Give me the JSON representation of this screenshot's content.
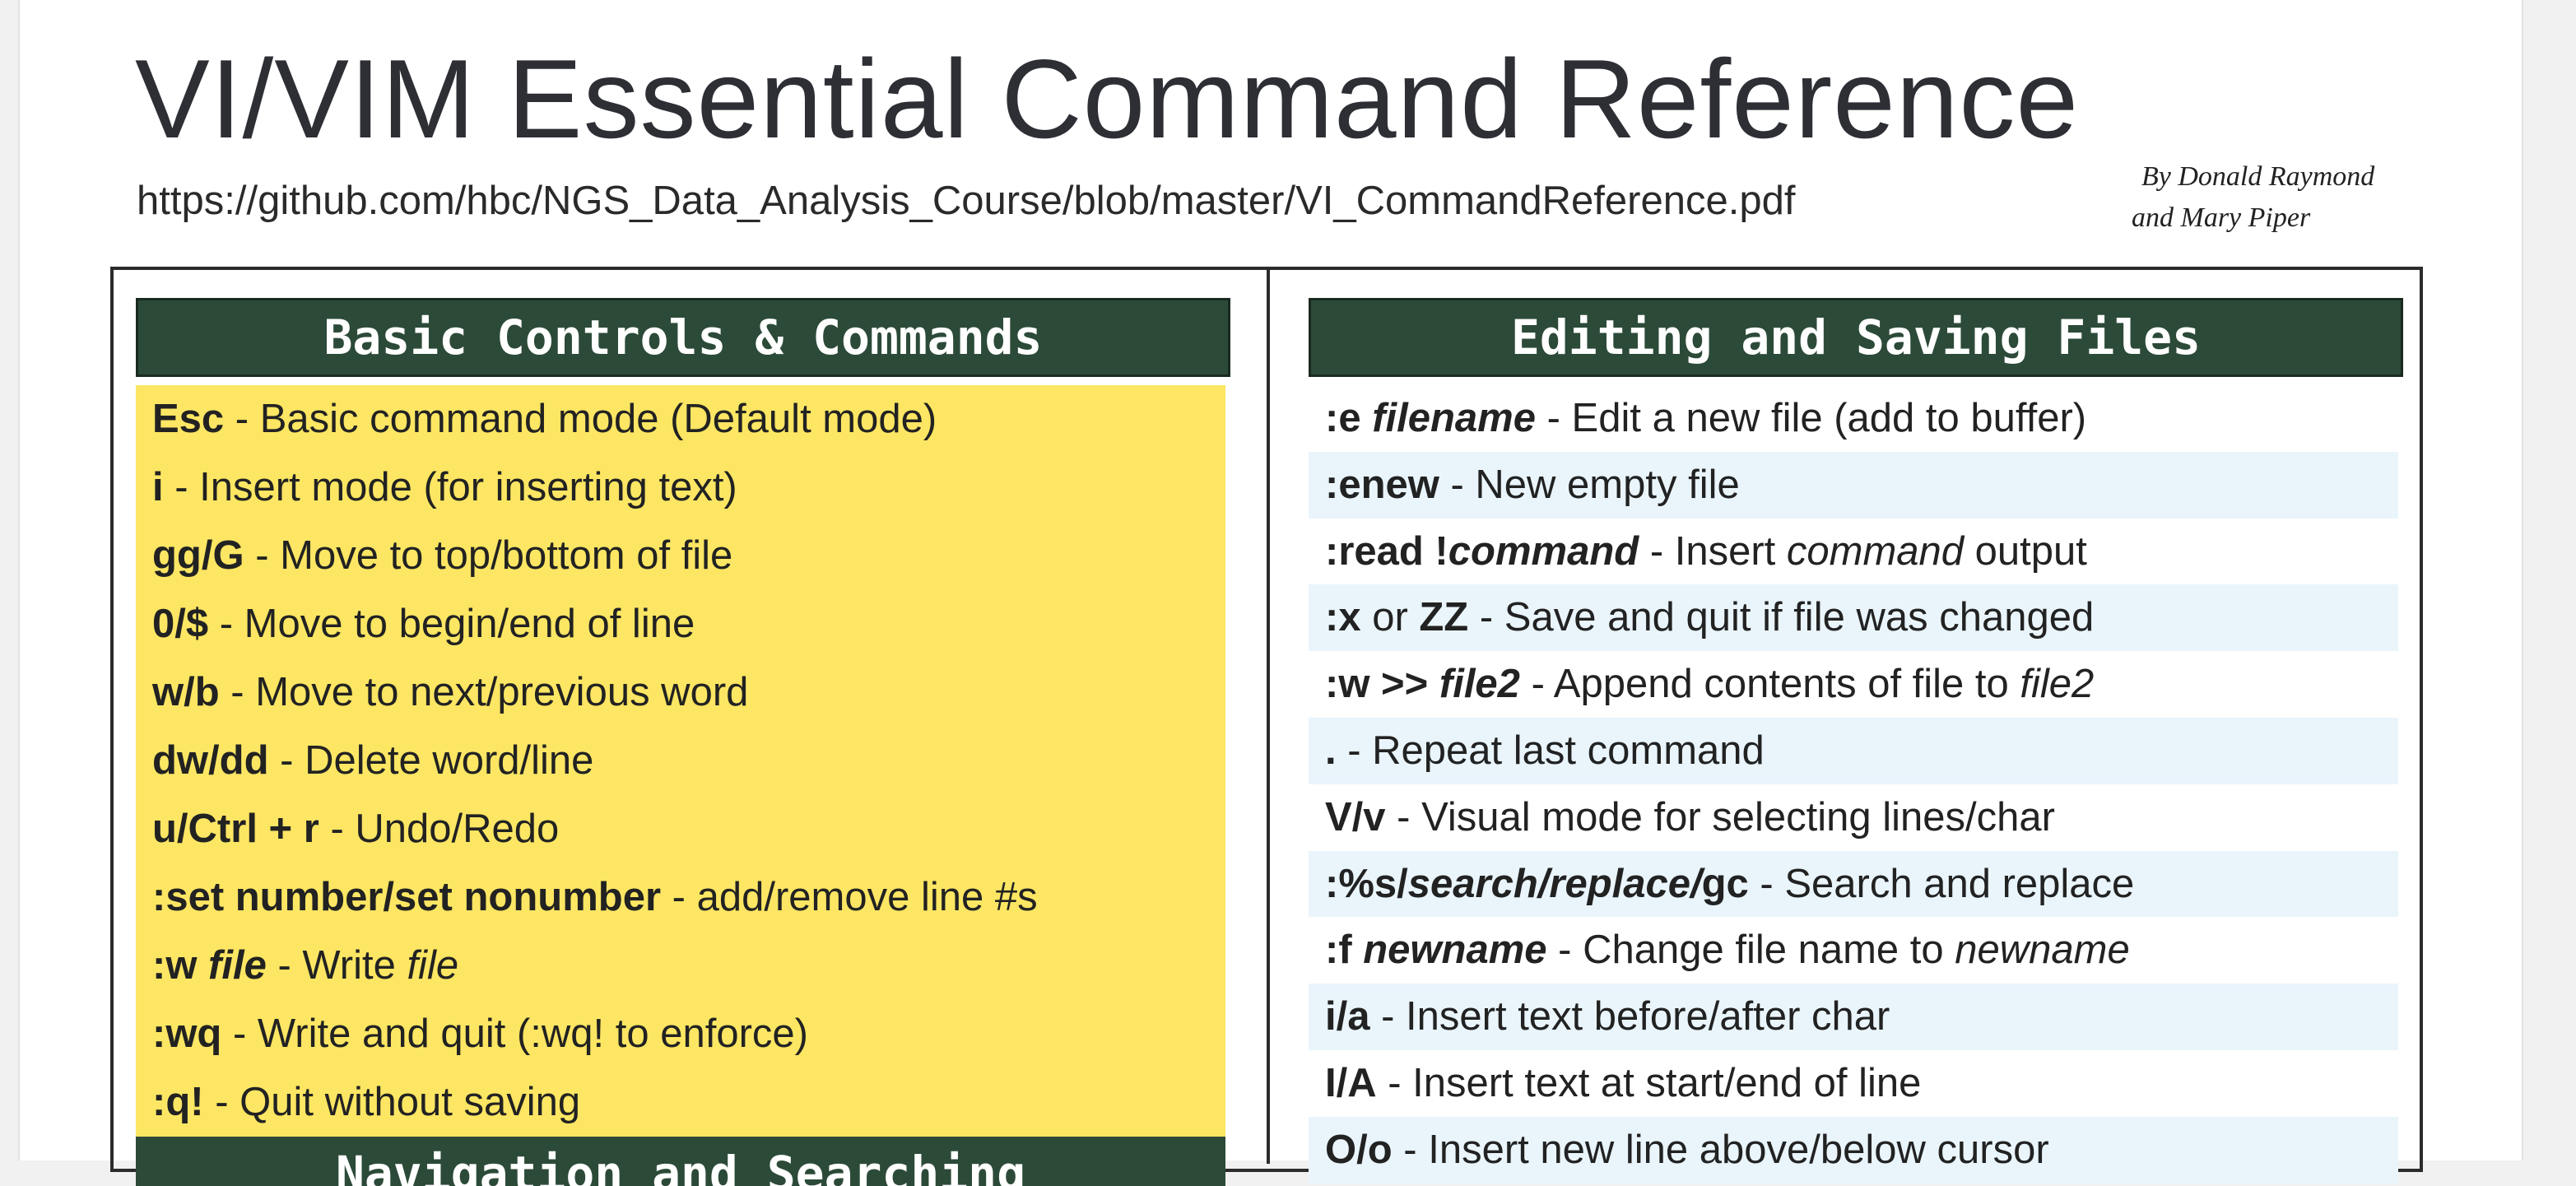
{
  "title": "VI/VIM Essential Command Reference",
  "url": "https://github.com/hbc/NGS_Data_Analysis_Course/blob/master/VI_CommandReference.pdf",
  "authors": [
    "By Donald Raymond",
    "and Mary Piper"
  ],
  "colors": {
    "header_bg": "#2c4a38",
    "basic_bg": "#fce663",
    "row_shade": "#e9f5fb"
  },
  "basic": {
    "header": "Basic Controls & Commands",
    "rows": [
      {
        "cmd": "Esc",
        "desc": " - Basic command mode (Default mode)"
      },
      {
        "cmd": "i",
        "desc": " - Insert mode (for inserting text)"
      },
      {
        "cmd": "gg/G",
        "desc": " - Move to top/bottom of file"
      },
      {
        "cmd": "0/$",
        "desc": " - Move to begin/end of line"
      },
      {
        "cmd": "w/b",
        "desc": " - Move to next/previous word"
      },
      {
        "cmd": "dw/dd",
        "desc": " - Delete word/line"
      },
      {
        "cmd": "u/Ctrl + r",
        "desc": " - Undo/Redo"
      },
      {
        "cmd": ":set number/set nonumber",
        "desc": " - add/remove line #s"
      },
      {
        "cmd": ":w ",
        "arg": "file",
        "desc": " - Write ",
        "desc_em": "file"
      },
      {
        "cmd": ":wq",
        "desc": " - Write and quit (:wq! to enforce)"
      },
      {
        "cmd": ":q!",
        "desc": " - Quit without saving"
      }
    ],
    "next_header": "Navigation and Searching"
  },
  "editing": {
    "header": "Editing and Saving Files",
    "rows": [
      {
        "cmd": ":e ",
        "arg": "filename",
        "desc": " - Edit a new file (add to buffer)"
      },
      {
        "cmd": ":enew",
        "desc": " - New empty file"
      },
      {
        "cmd": ":read !",
        "arg": "command",
        "desc": " - Insert ",
        "desc_em": "command",
        "desc_tail": " output"
      },
      {
        "cmd": ":x",
        "mid": " or ",
        "cmd2": "ZZ",
        "desc": " - Save and quit if file was changed"
      },
      {
        "cmd": ":w >> ",
        "arg": "file2",
        "desc": " - Append contents of file to ",
        "desc_em": "file2"
      },
      {
        "cmd": ".",
        "desc": " - Repeat last command"
      },
      {
        "cmd": "V/v",
        "desc": " - Visual mode for selecting lines/char"
      },
      {
        "cmd": ":%s/",
        "arg": "search/replace/",
        "cmd2": "gc",
        "desc": " - Search and replace"
      },
      {
        "cmd": ":f ",
        "arg": "newname",
        "desc": " - Change file name to ",
        "desc_em": "newname"
      },
      {
        "cmd": "i/a",
        "desc": " - Insert text before/after char"
      },
      {
        "cmd": "I/A",
        "desc": " - Insert text at start/end of line"
      },
      {
        "cmd": "O/o",
        "desc": " - Insert new line above/below cursor"
      }
    ]
  }
}
